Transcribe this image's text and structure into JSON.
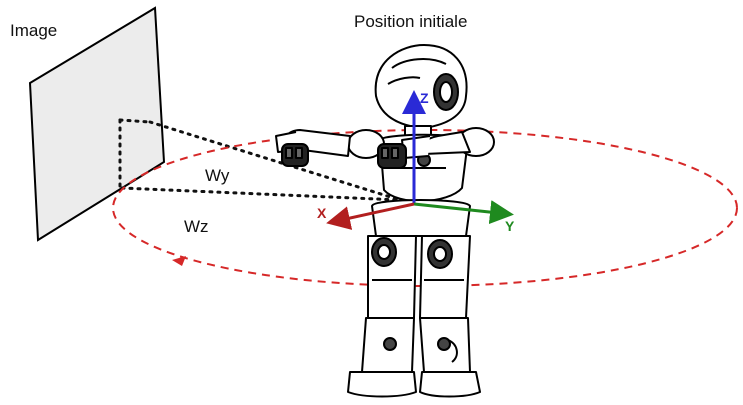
{
  "labels": {
    "image": "Image",
    "title": "Position initiale",
    "wy": "Wy",
    "wz": "Wz"
  },
  "axes": {
    "x": "X",
    "y": "Y",
    "z": "Z"
  },
  "colors": {
    "x_axis": "#b21f1f",
    "y_axis": "#1f8a1f",
    "z_axis": "#2a2ad6",
    "orbit": "#d62828",
    "panel_fill": "#ececec",
    "outline": "#000000"
  },
  "icons": {
    "robot": "humanoid-robot-nao-icon"
  }
}
